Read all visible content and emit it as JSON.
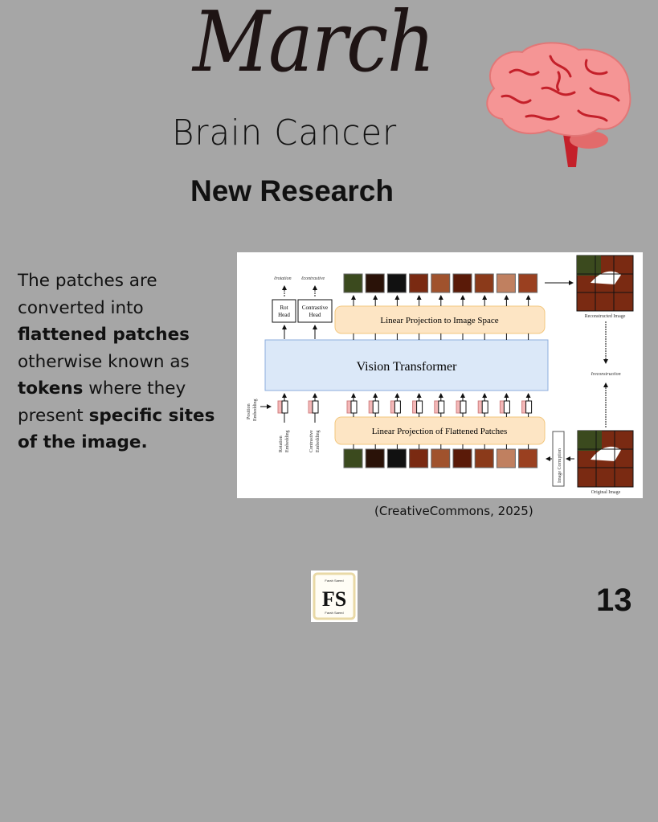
{
  "header": {
    "month": "March",
    "topic": "Brain Cancer",
    "heading": "New Research"
  },
  "body": {
    "segments": [
      {
        "text": "The patches are converted into ",
        "bold": false
      },
      {
        "text": "flattened patches",
        "bold": true
      },
      {
        "text": " otherwise known as ",
        "bold": false
      },
      {
        "text": "tokens",
        "bold": true
      },
      {
        "text": " where they present ",
        "bold": false
      },
      {
        "text": "specific sites of the image.",
        "bold": true
      }
    ]
  },
  "figure": {
    "loss_rotation": "ℓrotation",
    "loss_contrastive": "ℓcontrastive",
    "loss_reconstruction": "ℓreconstruction",
    "rot_head": [
      "Rot",
      "Head"
    ],
    "contrastive_head": [
      "Contrastive",
      "Head"
    ],
    "linear_top": "Linear Projection to Image Space",
    "vit": "Vision Transformer",
    "linear_bottom": "Linear Projection of Flattened Patches",
    "position_embedding": [
      "Position",
      "Embedding"
    ],
    "rotation_embedding": [
      "Rotation",
      "Embedding"
    ],
    "contrastive_embedding": [
      "Contrastive",
      "Embedding"
    ],
    "image_corruption": "Image Corruption",
    "reconstructed_image": "Reconstructed Image",
    "original_image": "Original Image",
    "colors": {
      "vit": "#dbe8f8",
      "projection": "#fde5c4",
      "token": "#f4b8b8"
    }
  },
  "caption": "(CreativeCommons, 2025)",
  "logo": {
    "initials": "FS",
    "name": "Farah Saeed"
  },
  "page_number": "13"
}
